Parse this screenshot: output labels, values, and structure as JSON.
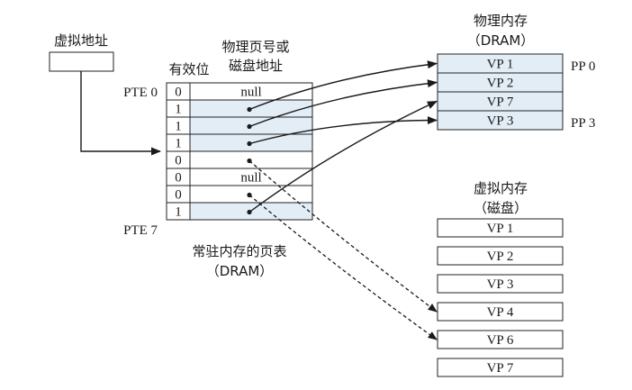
{
  "vaddr": {
    "label": "虚拟地址"
  },
  "page_table": {
    "valid_header": "有效位",
    "ppn_header_line1": "物理页号或",
    "ppn_header_line2": "磁盘地址",
    "caption_line1": "常驻内存的页表",
    "caption_line2": "（DRAM）",
    "pte_first_label": "PTE 0",
    "pte_last_label": "PTE 7",
    "rows": [
      {
        "valid": "0",
        "content": "null"
      },
      {
        "valid": "1",
        "content": ""
      },
      {
        "valid": "1",
        "content": ""
      },
      {
        "valid": "1",
        "content": ""
      },
      {
        "valid": "0",
        "content": ""
      },
      {
        "valid": "0",
        "content": "null"
      },
      {
        "valid": "0",
        "content": ""
      },
      {
        "valid": "1",
        "content": ""
      }
    ]
  },
  "phys_mem": {
    "title_line1": "物理内存",
    "title_line2": "（DRAM）",
    "pages": [
      "VP 1",
      "VP 2",
      "VP 7",
      "VP 3"
    ],
    "pp_first": "PP 0",
    "pp_last": "PP 3"
  },
  "virt_mem": {
    "title_line1": "虚拟内存",
    "title_line2": "（磁盘）",
    "pages": [
      "VP 1",
      "VP 2",
      "VP 3",
      "VP 4",
      "VP 6",
      "VP 7"
    ]
  },
  "mappings": [
    {
      "pte": 1,
      "target": "phys",
      "index": 0,
      "style": "solid"
    },
    {
      "pte": 2,
      "target": "phys",
      "index": 1,
      "style": "solid"
    },
    {
      "pte": 3,
      "target": "phys",
      "index": 3,
      "style": "solid"
    },
    {
      "pte": 7,
      "target": "phys",
      "index": 2,
      "style": "solid"
    },
    {
      "pte": 4,
      "target": "virt",
      "index": 3,
      "style": "dashed"
    },
    {
      "pte": 6,
      "target": "virt",
      "index": 4,
      "style": "dashed"
    }
  ],
  "colors": {
    "shade": "#e3edf6",
    "ink": "#1a1a1a"
  }
}
